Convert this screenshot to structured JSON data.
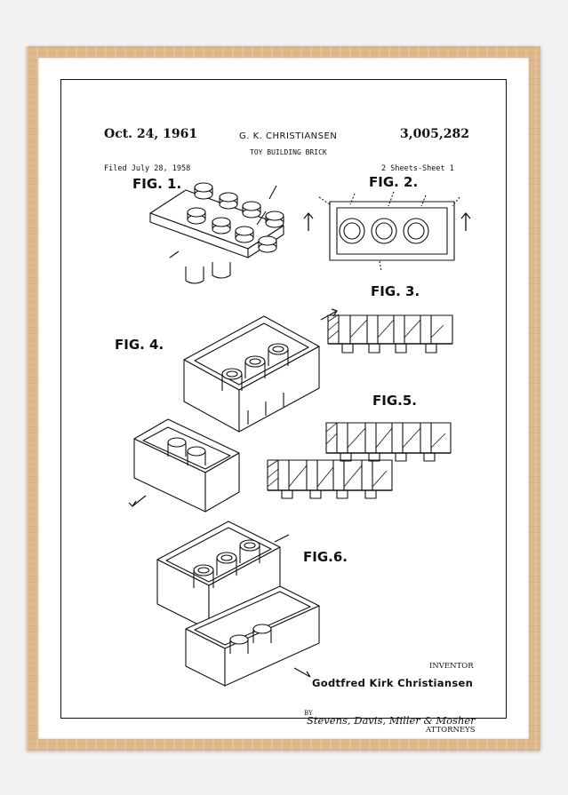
{
  "patent": {
    "date": "Oct. 24, 1961",
    "inventor_header": "G. K. CHRISTIANSEN",
    "number": "3,005,282",
    "title": "TOY BUILDING BRICK",
    "filed": "Filed July 28, 1958",
    "sheets": "2 Sheets-Sheet 1"
  },
  "figures": {
    "fig1": "FIG. 1.",
    "fig2": "FIG. 2.",
    "fig3": "FIG. 3.",
    "fig4": "FIG. 4.",
    "fig5": "FIG.5.",
    "fig6": "FIG.6."
  },
  "signature": {
    "inventor_label": "INVENTOR",
    "inventor_name": "Godtfred Kirk Christiansen",
    "by": "BY",
    "attorneys_signature": "Stevens, Davis, Miller & Mosher",
    "attorneys_label": "ATTORNEYS"
  },
  "colors": {
    "frame": "#dcb88c",
    "ink": "#111111",
    "paper": "#ffffff",
    "wall": "#f2f2f2"
  }
}
